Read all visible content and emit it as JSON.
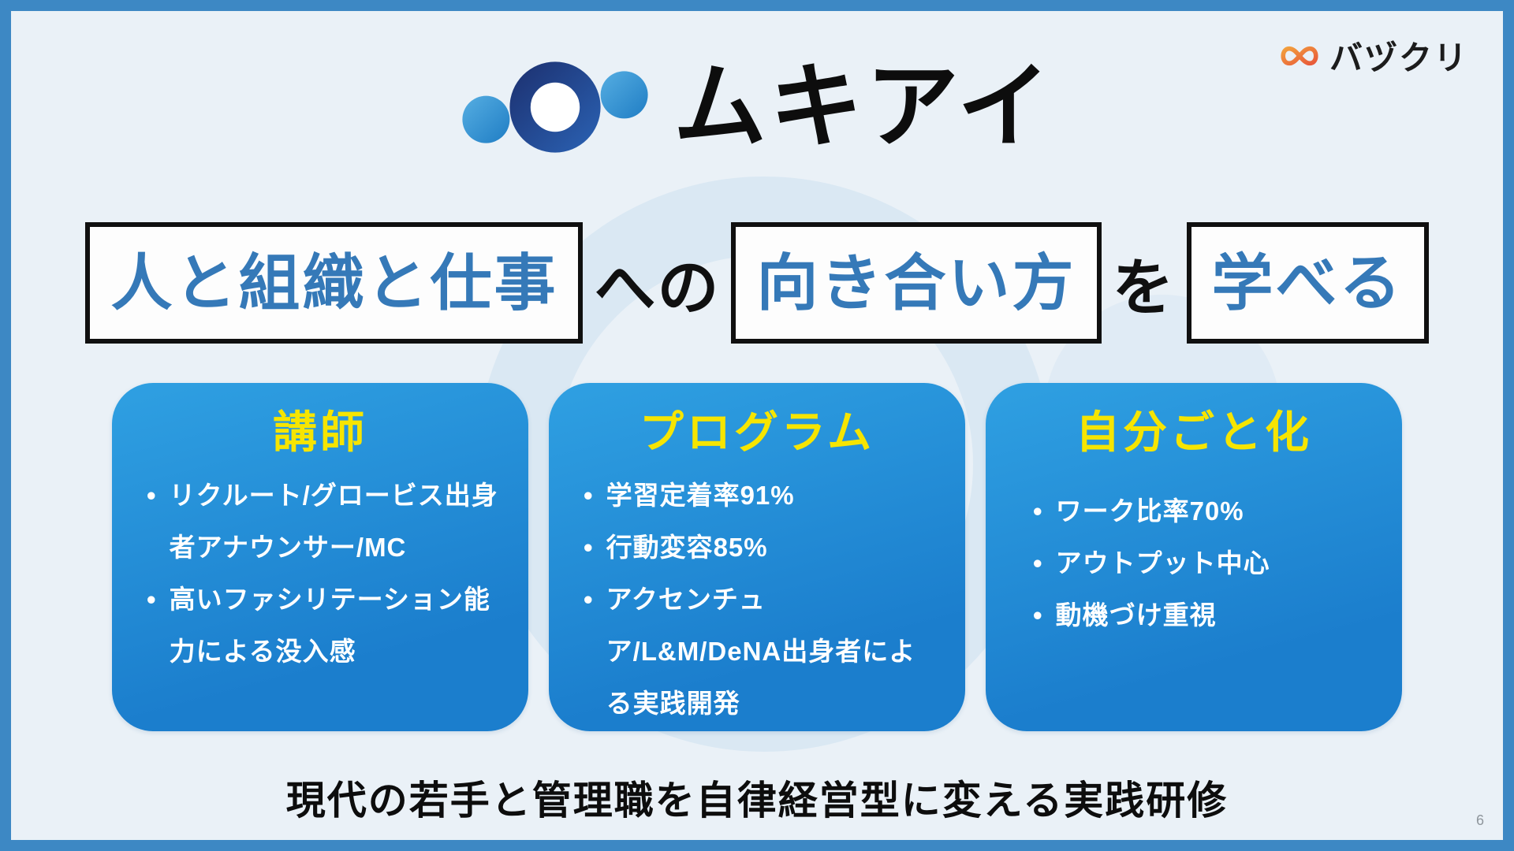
{
  "page": {
    "number": "6"
  },
  "glyphs": {
    "bullet": "•"
  },
  "brand": {
    "name": "バヅクリ"
  },
  "header": {
    "product_name": "ムキアイ"
  },
  "headline": {
    "box1": "人と組織と仕事",
    "joiner1": "への",
    "box2": "向き合い方",
    "joiner2": "を",
    "box3": "学べる"
  },
  "cards": [
    {
      "title": "講師",
      "bullets": [
        "リクルート/グロービス出身者アナウンサー/MC",
        "高いファシリテーション能力による没入感"
      ]
    },
    {
      "title": "プログラム",
      "bullets": [
        "学習定着率91%",
        "行動変容85%",
        "アクセンチュア/L&M/DeNA出身者による実践開発"
      ]
    },
    {
      "title": "自分ごと化",
      "bullets": [
        "ワーク比率70%",
        "アウトプット中心",
        "動機づけ重視"
      ]
    }
  ],
  "footer": {
    "tagline": "現代の若手と管理職を自律経営型に変える実践研修"
  },
  "colors": {
    "frame_blue": "#3d88c4",
    "background": "#eaf1f7",
    "headline_blue": "#3579b8",
    "card_blue_top": "#2fa0e2",
    "card_blue_bottom": "#1b7ecd",
    "card_title_yellow": "#f6e500",
    "brand_orange": "#ee7d3e",
    "logo_navy": "#16357d",
    "text_black": "#0d0d0d"
  },
  "icons": {
    "brand_mark": "knot-icon",
    "product_mark": "overlapping-circles-icon"
  }
}
